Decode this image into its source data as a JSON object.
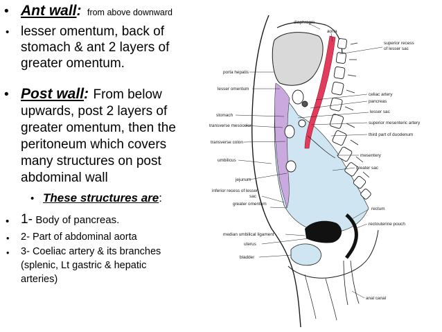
{
  "slide": {
    "ant_wall": {
      "heading": "Ant wall",
      "colon": ":",
      "desc": "from above downward"
    },
    "ant_items": [
      {
        "lines": [
          "lesser omentum, back of",
          "stomach & ant 2 layers of",
          "greater omentum."
        ]
      }
    ],
    "post_wall": {
      "heading": "Post wall",
      "colon": ":",
      "lines": [
        "From below",
        "upwards, post 2 layers of",
        "greater omentum, then the",
        "peritoneum which covers",
        "many structures on post",
        "abdominal wall"
      ]
    },
    "structures_heading": {
      "text": "These structures are",
      "colon": ":"
    },
    "structures": [
      {
        "num": "1-",
        "lines": [
          "Body of pancreas."
        ]
      },
      {
        "num": "2-",
        "lines": [
          "Part of abdominal aorta"
        ]
      },
      {
        "num": "3-",
        "lines": [
          "Coeliac artery & its branches",
          "(splenic, Lt gastric & hepatic",
          "arteries)"
        ]
      }
    ],
    "bullet_glyph": "•"
  },
  "diagram": {
    "labels": {
      "diaphragm": "diaphragm",
      "aorta": "aorta",
      "superior_recess_1": "superior recess",
      "superior_recess_2": "of lesser sac",
      "porta_hepatis": "porta hepatis",
      "lesser_omentum": "lesser omentum",
      "coeliac_artery": "celiac artery",
      "pancreas": "pancreas",
      "stomach": "stomach",
      "lesser_sac": "lesser sac",
      "transverse_mesocolon": "transverse mesocolon",
      "superior_mesenteric_artery": "superior mesenteric artery",
      "third_part_duodenum": "third part of duodenum",
      "transverse_colon": "transverse colon",
      "mesentery": "mesentery",
      "umbilicus": "umbilicus",
      "greater_sac": "greater sac",
      "jejunum": "jejunum",
      "inferior_recess_1": "inferior recess of lesser",
      "inferior_recess_2": "sac",
      "greater_omentum": "greater omentum",
      "rectum": "rectum",
      "rectouterine_pouch": "rectouterine pouch",
      "median_umbilical_ligament": "median umbilical ligament",
      "uterus": "uterus",
      "bladder": "bladder",
      "anal_canal": "anal canal"
    },
    "colors": {
      "greater_sac": "#cfe6f2",
      "lesser_sac": "#c9a9de",
      "aorta": "#e23b5c",
      "liver": "#d9d9d9",
      "outline": "#1a1a1a"
    }
  }
}
